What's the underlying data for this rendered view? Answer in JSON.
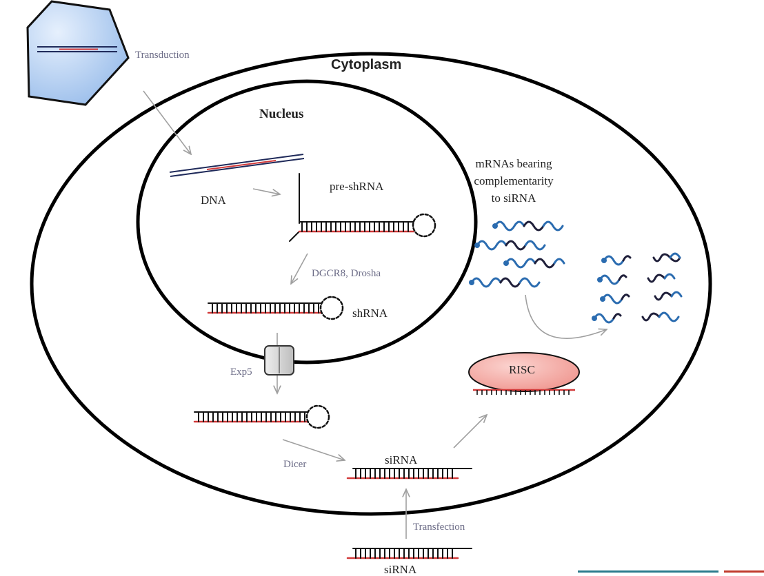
{
  "labels": {
    "transduction": "Transduction",
    "cytoplasm": "Cytoplasm",
    "nucleus": "Nucleus",
    "dna": "DNA",
    "pre_shrna": "pre-shRNA",
    "dgcr8_drosha": "DGCR8, Drosha",
    "shrna": "shRNA",
    "exp5": "Exp5",
    "dicer": "Dicer",
    "sirna_main": "siRNA",
    "risc": "RISC",
    "mrna_line1": "mRNAs bearing",
    "mrna_line2": "complementarity",
    "mrna_line3": "to siRNA",
    "transfection": "Transfection",
    "sirna_bottom": "siRNA"
  },
  "colors": {
    "membrane": "#000000",
    "strand_red": "#d23a3a",
    "strand_navy": "#1f2a5a",
    "strand_blue": "#2b6cb0",
    "arrow_grey": "#a0a0a0",
    "virus_fill": "#a9c8ef",
    "risc_fill": "#f4a9a4",
    "pore_fill": "#d4d4d4",
    "footer_teal": "#2a7a8c",
    "footer_red": "#c0392b"
  },
  "icons": [
    "virus-capsid-icon",
    "nuclear-pore-icon",
    "hairpin-loop-icon",
    "mrna-wave-icon"
  ]
}
